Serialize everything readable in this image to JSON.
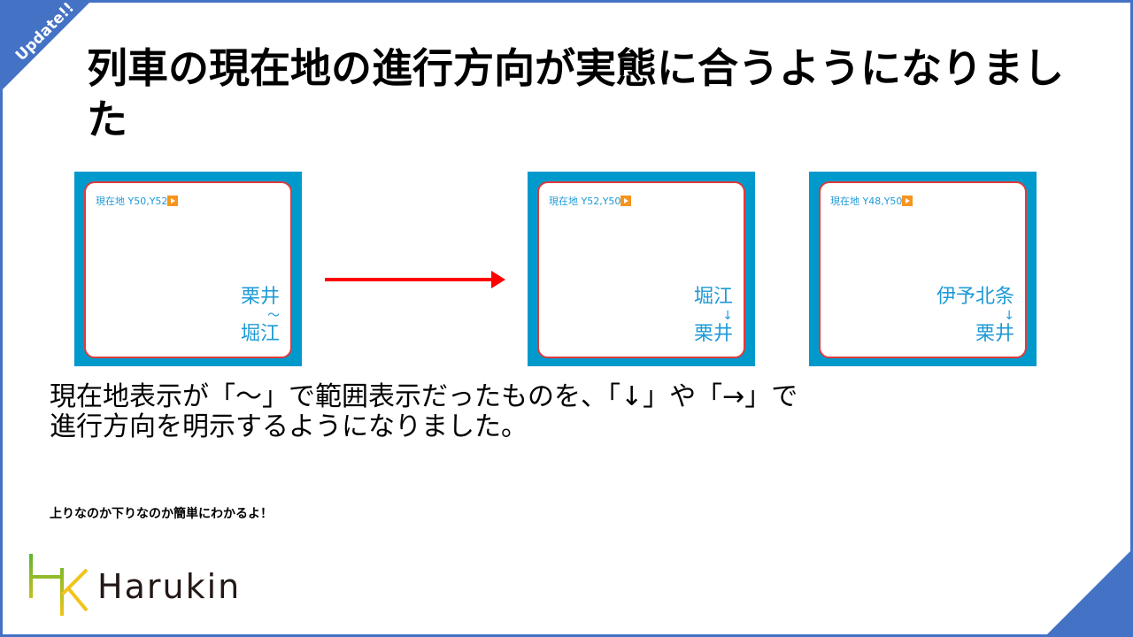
{
  "badge": "Update!!",
  "title": "列車の現在地の進行方向が実態に合うようになりました",
  "panels": [
    {
      "location": "現在地 Y50,Y52",
      "from": "栗井",
      "sep": "～",
      "to": "堀江"
    },
    {
      "location": "現在地 Y52,Y50",
      "from": "堀江",
      "sep": "↓",
      "to": "栗井"
    },
    {
      "location": "現在地 Y48,Y50",
      "from": "伊予北条",
      "sep": "↓",
      "to": "栗井"
    }
  ],
  "description_line1": "現在地表示が「～」で範囲表示だったものを、「↓」や「→」で",
  "description_line2": "進行方向を明示するようになりました。",
  "note": "上りなのか下りなのか簡単にわかるよ！",
  "logo": "Harukin",
  "colors": {
    "accent": "#4472c4",
    "panel": "#0099cc",
    "text_blue": "#1e9ad6",
    "arrow": "#ff0000"
  }
}
